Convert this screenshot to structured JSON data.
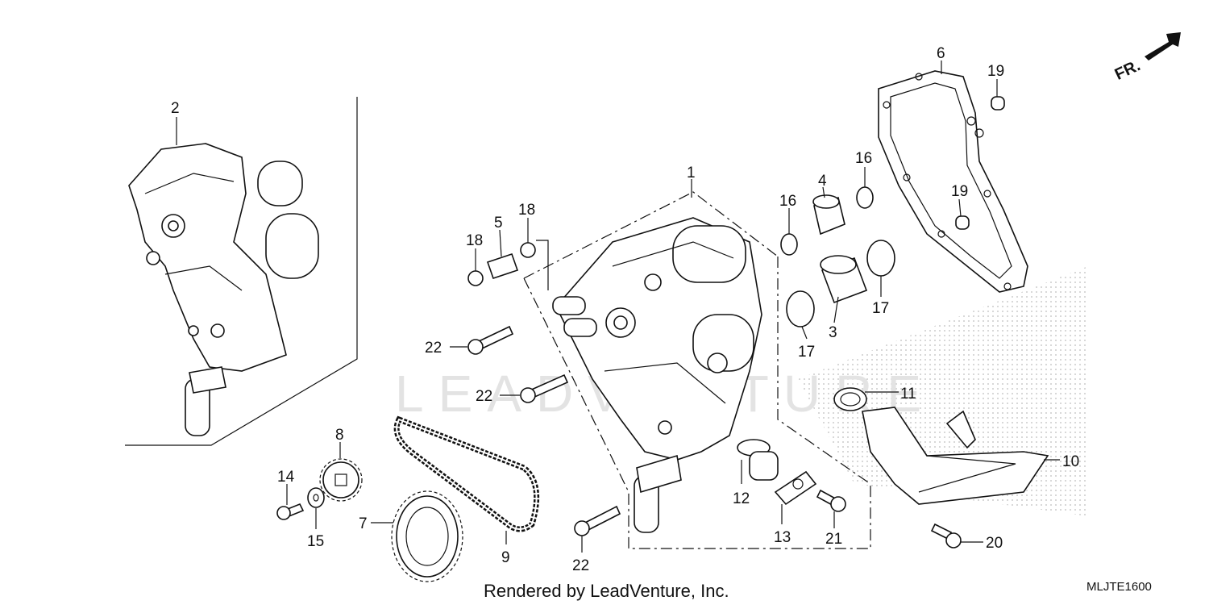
{
  "callouts": [
    {
      "id": "1",
      "label": "1"
    },
    {
      "id": "2",
      "label": "2"
    },
    {
      "id": "3",
      "label": "3"
    },
    {
      "id": "4",
      "label": "4"
    },
    {
      "id": "5",
      "label": "5"
    },
    {
      "id": "6",
      "label": "6"
    },
    {
      "id": "7",
      "label": "7"
    },
    {
      "id": "8",
      "label": "8"
    },
    {
      "id": "9",
      "label": "9"
    },
    {
      "id": "10",
      "label": "10"
    },
    {
      "id": "11",
      "label": "11"
    },
    {
      "id": "12",
      "label": "12"
    },
    {
      "id": "13",
      "label": "13"
    },
    {
      "id": "14",
      "label": "14"
    },
    {
      "id": "15",
      "label": "15"
    },
    {
      "id": "16a",
      "label": "16"
    },
    {
      "id": "16b",
      "label": "16"
    },
    {
      "id": "17a",
      "label": "17"
    },
    {
      "id": "17b",
      "label": "17"
    },
    {
      "id": "18a",
      "label": "18"
    },
    {
      "id": "18b",
      "label": "18"
    },
    {
      "id": "19a",
      "label": "19"
    },
    {
      "id": "19b",
      "label": "19"
    },
    {
      "id": "20",
      "label": "20"
    },
    {
      "id": "21",
      "label": "21"
    },
    {
      "id": "22a",
      "label": "22"
    },
    {
      "id": "22b",
      "label": "22"
    },
    {
      "id": "22c",
      "label": "22"
    }
  ],
  "direction_marker": "FR.",
  "watermark": "LEADVENTURE",
  "footer_credit": "Rendered by LeadVenture, Inc.",
  "diagram_code": "MLJTE1600",
  "colors": {
    "line": "#111111",
    "watermark": "#d6d6d6",
    "background": "#ffffff"
  }
}
